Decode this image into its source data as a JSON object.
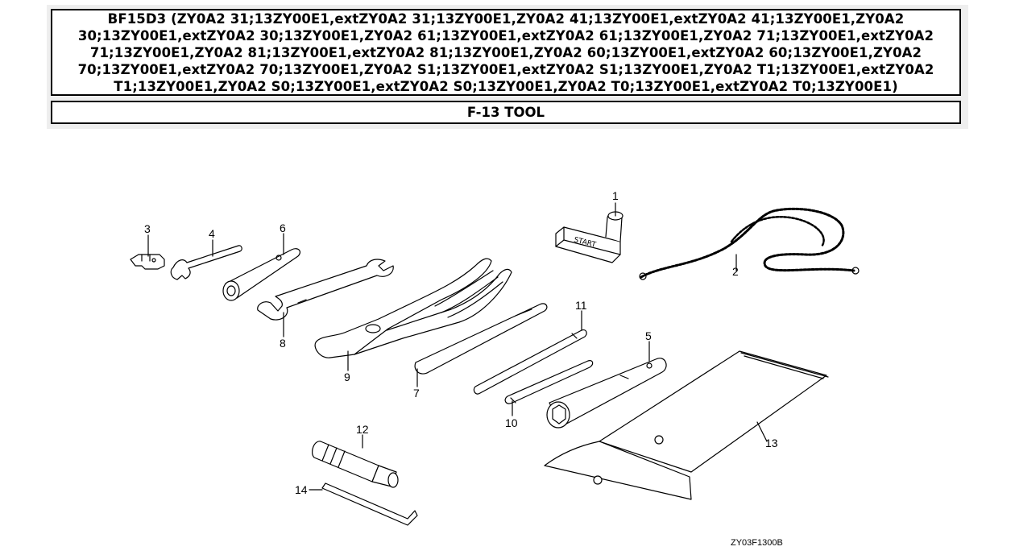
{
  "header": {
    "model_line": "BF15D3 (ZY0A2 31;13ZY00E1,extZY0A2 31;13ZY00E1,ZY0A2 41;13ZY00E1,extZY0A2 41;13ZY00E1,ZY0A2 30;13ZY00E1,extZY0A2 30;13ZY00E1,ZY0A2 61;13ZY00E1,extZY0A2 61;13ZY00E1,ZY0A2 71;13ZY00E1,extZY0A2 71;13ZY00E1,ZY0A2 81;13ZY00E1,extZY0A2 81;13ZY00E1,ZY0A2 60;13ZY00E1,extZY0A2 60;13ZY00E1,ZY0A2 70;13ZY00E1,extZY0A2 70;13ZY00E1,ZY0A2 S1;13ZY00E1,extZY0A2 S1;13ZY00E1,ZY0A2 T1;13ZY00E1,extZY0A2 T1;13ZY00E1,ZY0A2 S0;13ZY00E1,extZY0A2 S0;13ZY00E1,ZY0A2 T0;13ZY00E1,extZY0A2 T0;13ZY00E1)",
    "section_title": "F-13 TOOL"
  },
  "diagram": {
    "callouts": {
      "c1": "1",
      "c2": "2",
      "c3": "3",
      "c4": "4",
      "c5": "5",
      "c6": "6",
      "c7": "7",
      "c8": "8",
      "c9": "9",
      "c10": "10",
      "c11": "11",
      "c12": "12",
      "c13": "13",
      "c14": "14"
    },
    "handle_text": "START",
    "figure_code": "ZY03F1300B"
  }
}
